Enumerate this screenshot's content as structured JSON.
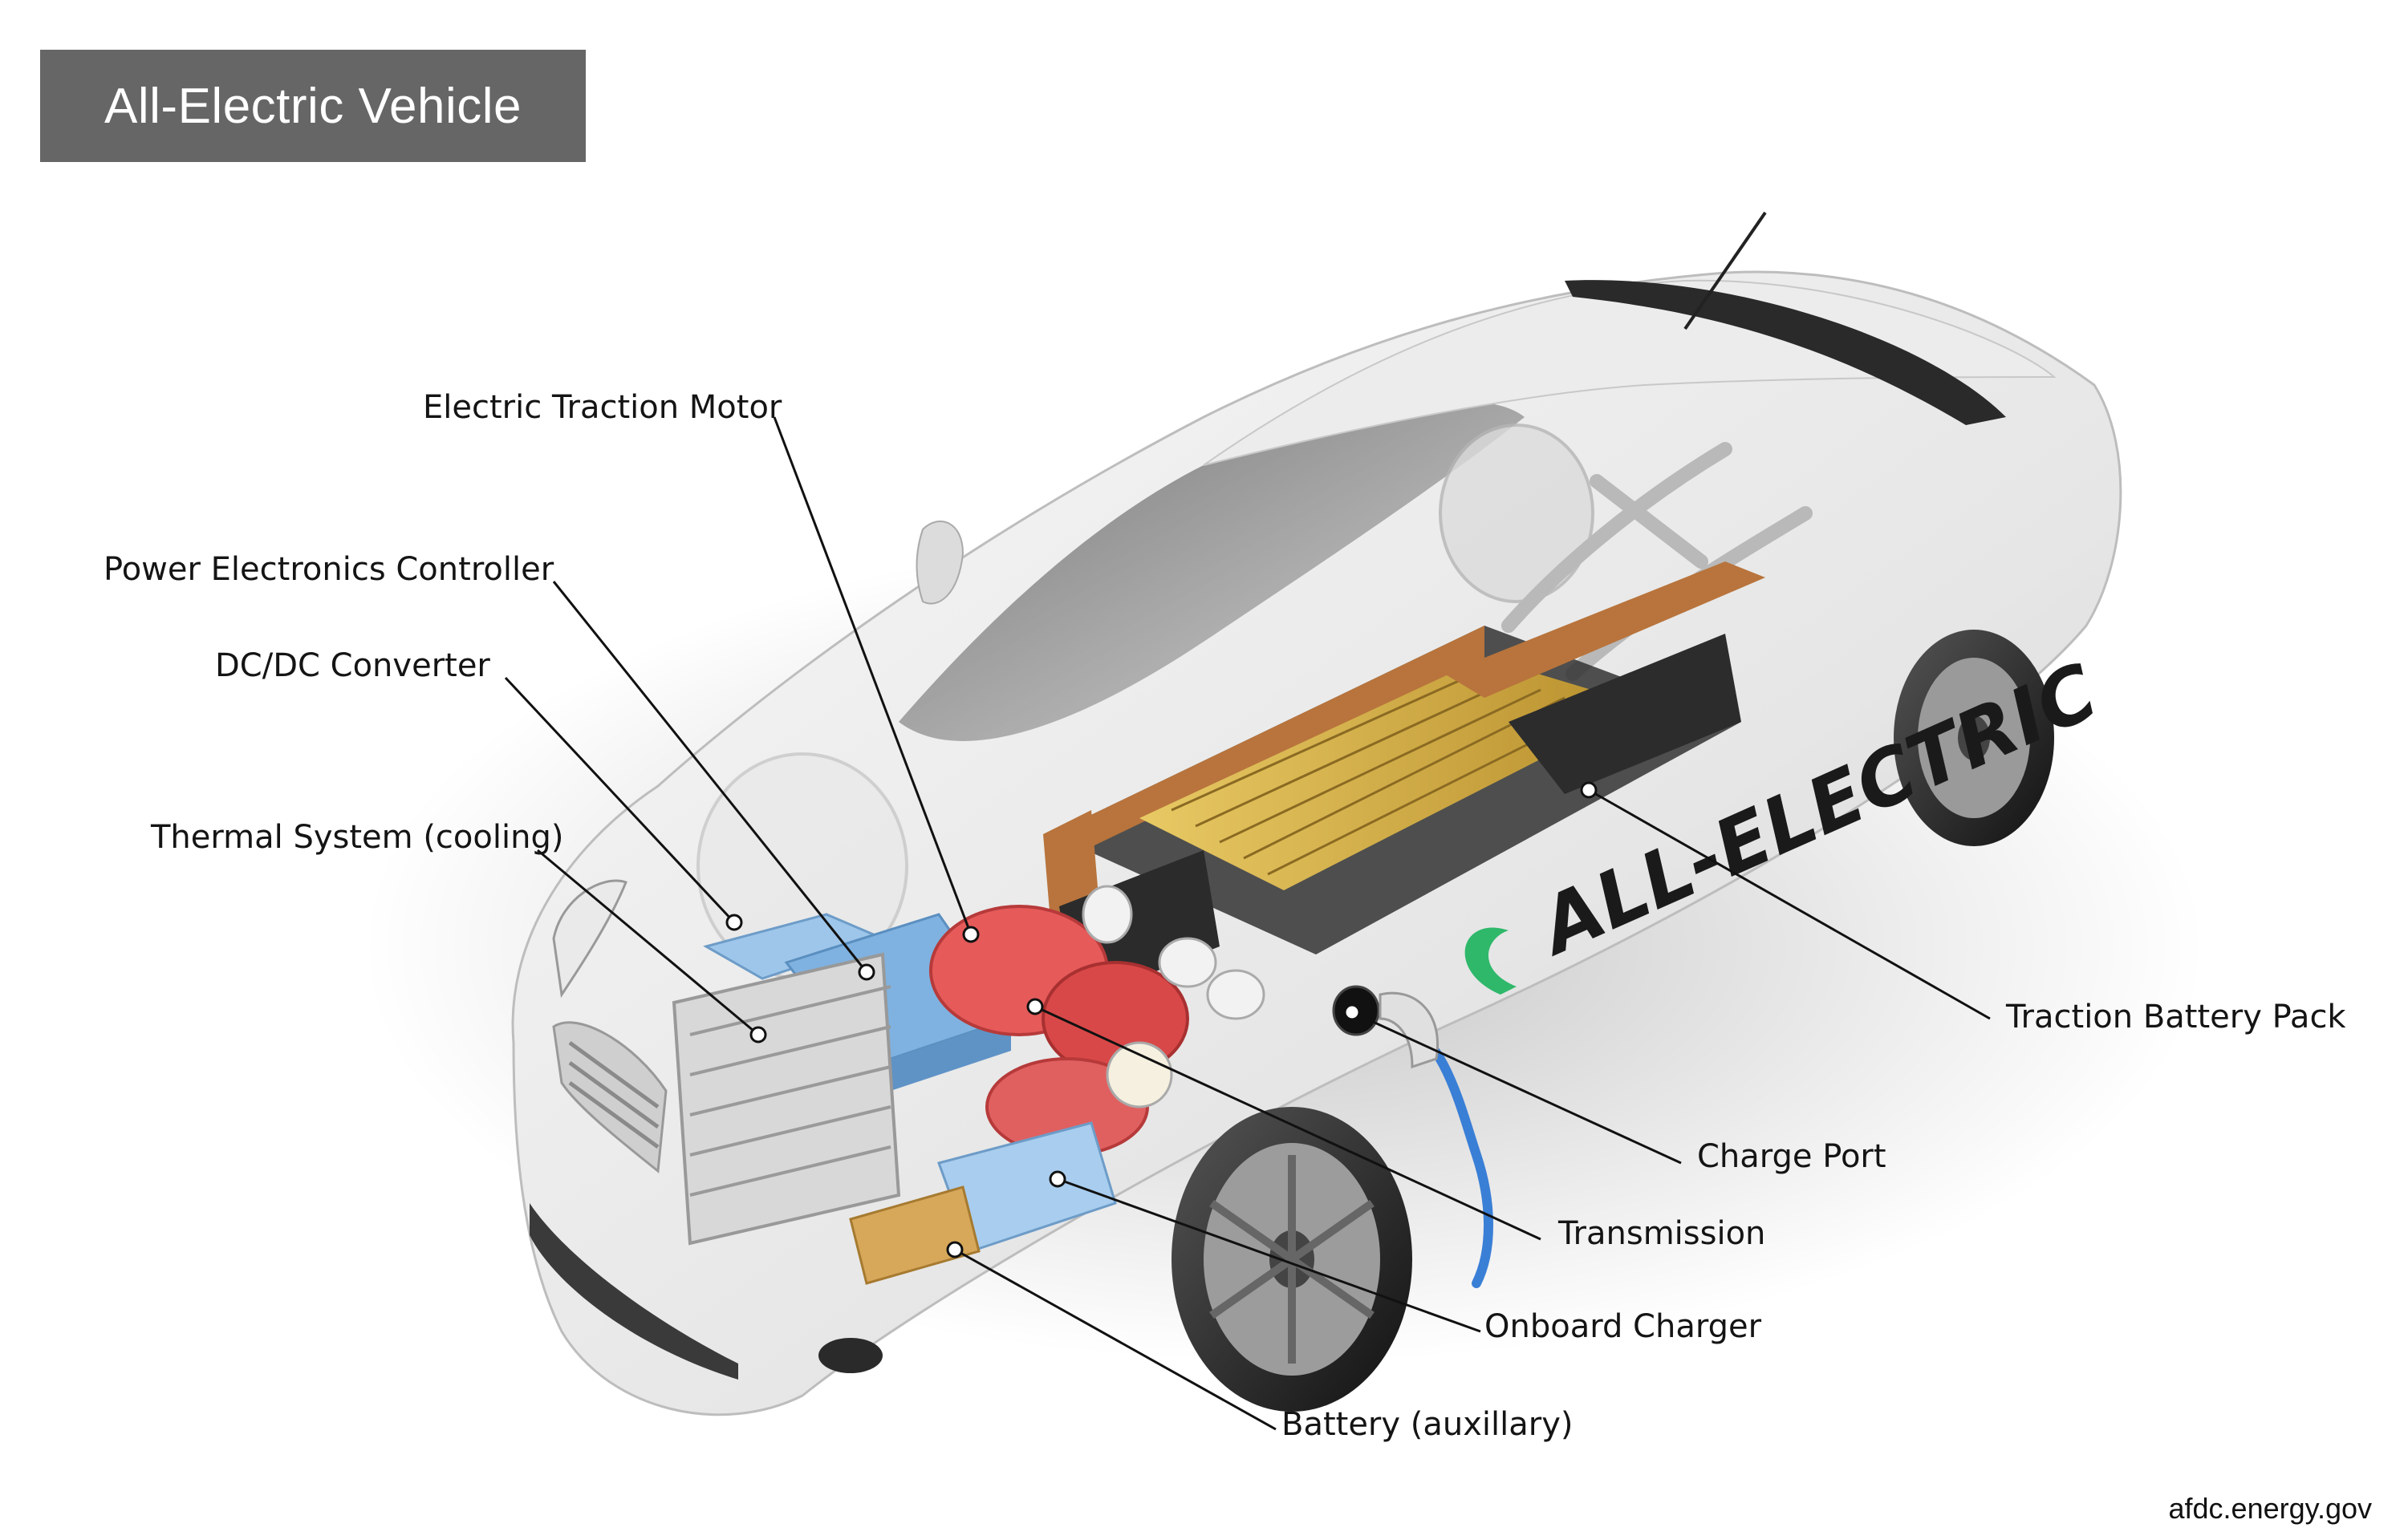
{
  "title": "All-Electric Vehicle",
  "labels": {
    "electric_traction_motor": "Electric Traction Motor",
    "power_electronics_controller": "Power Electronics Controller",
    "dc_dc_converter": "DC/DC Converter",
    "thermal_system": "Thermal System (cooling)",
    "traction_battery_pack": "Traction Battery Pack",
    "charge_port": "Charge Port",
    "transmission": "Transmission",
    "onboard_charger": "Onboard Charger",
    "battery_auxiliary": "Battery (auxillary)"
  },
  "car_side_text": "ALL-ELECTRIC",
  "credit": "afdc.energy.gov",
  "colors": {
    "title_bg": "#666666",
    "battery_cells": "#d6b24a",
    "battery_modules": "#b8743c",
    "motor": "#e65a5a",
    "controller": "#7fb2e0",
    "cable": "#3a7fd6"
  }
}
